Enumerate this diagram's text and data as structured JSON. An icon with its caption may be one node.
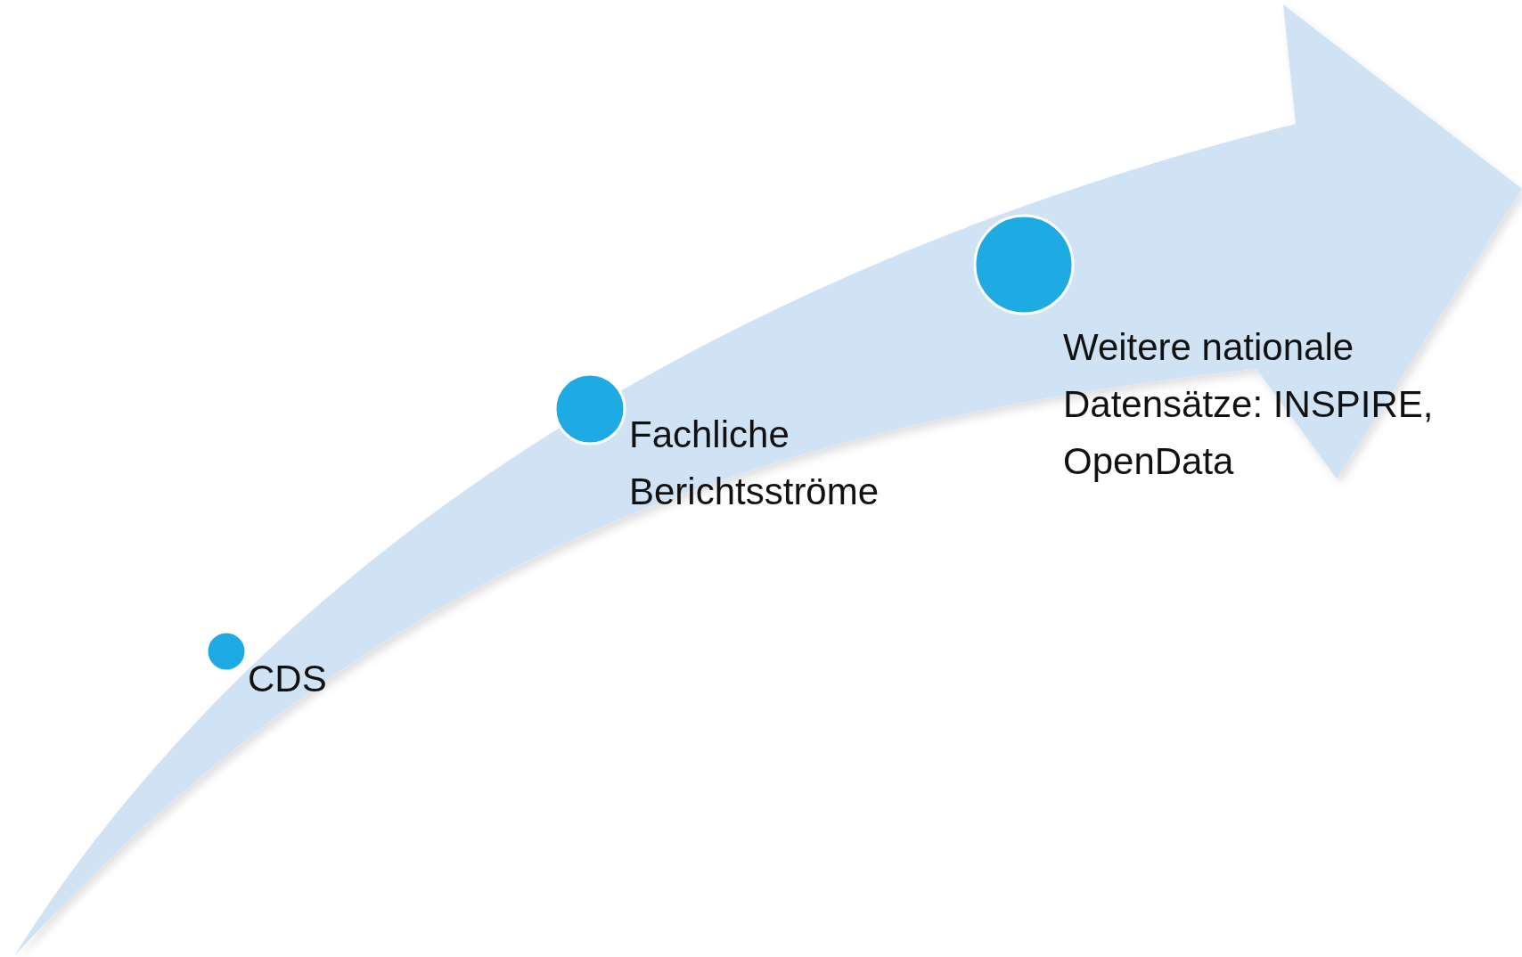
{
  "diagram": {
    "nodes": [
      {
        "text": [
          "CDS"
        ]
      },
      {
        "text": [
          "Fachliche Berichtsströme"
        ]
      },
      {
        "text": [
          "Weitere nationale Datensätze: INSPIRE, OpenData"
        ]
      }
    ]
  }
}
